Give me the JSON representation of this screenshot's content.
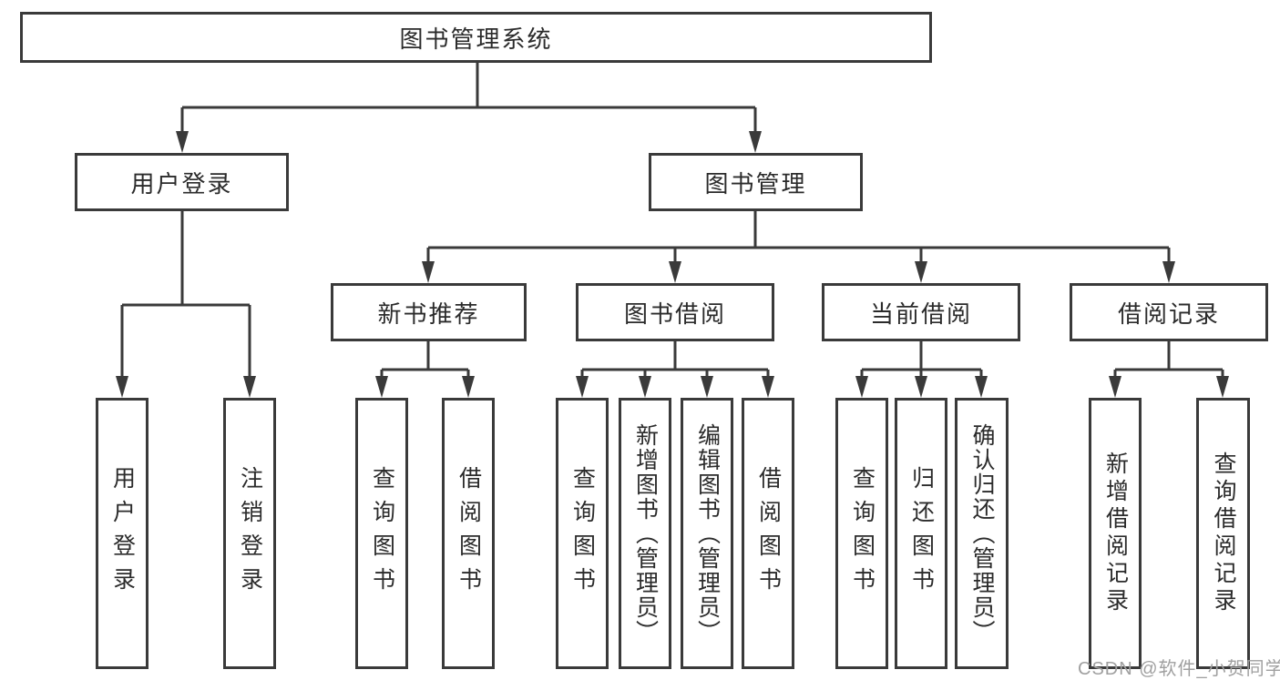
{
  "diagram": {
    "title_node": "图书管理系统",
    "colors": {
      "line": "#3a3a3a",
      "box_border": "#3a3a3a",
      "text": "#2b2b2b",
      "watermark": "#a0a0a0",
      "background": "#ffffff"
    },
    "nodes": {
      "root": {
        "label": "图书管理系统"
      },
      "user_login": {
        "label": "用户登录"
      },
      "book_mgmt": {
        "label": "图书管理"
      },
      "new_book_rec": {
        "label": "新书推荐"
      },
      "book_borrow": {
        "label": "图书借阅"
      },
      "current_borrow": {
        "label": "当前借阅"
      },
      "borrow_records": {
        "label": "借阅记录"
      },
      "leaf_user_login": {
        "label": "用户登录"
      },
      "leaf_logout": {
        "label": "注销登录"
      },
      "leaf_query_book_rec": {
        "label": "查询图书"
      },
      "leaf_borrow_book_rec": {
        "label": "借阅图书"
      },
      "leaf_query_book_borrow": {
        "label": "查询图书"
      },
      "leaf_add_book": {
        "label": "新增图书（管理员）"
      },
      "leaf_edit_book": {
        "label": "编辑图书（管理员）"
      },
      "leaf_borrow_book_borrow": {
        "label": "借阅图书"
      },
      "leaf_query_book_current": {
        "label": "查询图书"
      },
      "leaf_return_book": {
        "label": "归还图书"
      },
      "leaf_confirm_return": {
        "label": "确认归还（管理员）"
      },
      "leaf_add_borrow_record": {
        "label": "新增借阅记录"
      },
      "leaf_query_borrow_record": {
        "label": "查询借阅记录"
      }
    },
    "edges": [
      "图书管理系统→用户登录",
      "图书管理系统→图书管理",
      "用户登录→用户登录",
      "用户登录→注销登录",
      "图书管理→新书推荐",
      "图书管理→图书借阅",
      "图书管理→当前借阅",
      "图书管理→借阅记录",
      "新书推荐→查询图书",
      "新书推荐→借阅图书",
      "图书借阅→查询图书",
      "图书借阅→新增图书（管理员）",
      "图书借阅→编辑图书（管理员）",
      "图书借阅→借阅图书",
      "当前借阅→查询图书",
      "当前借阅→归还图书",
      "当前借阅→确认归还（管理员）",
      "借阅记录→新增借阅记录",
      "借阅记录→查询借阅记录"
    ]
  },
  "watermark": {
    "text": "CSDN @软件_小贺同学"
  }
}
